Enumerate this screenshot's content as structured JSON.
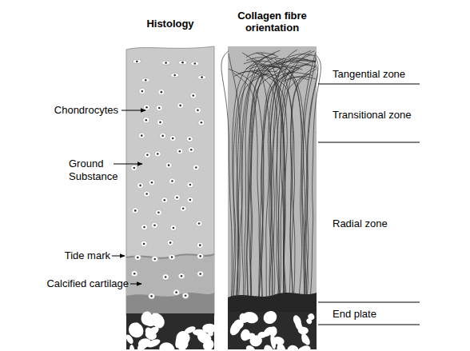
{
  "diagram": {
    "nodes": [
      {
        "text": [
          "Histology"
        ]
      },
      {
        "text": [
          "Collagen fibre orientation"
        ]
      }
    ],
    "labels": [
      "Chondrocytes",
      "Ground Substance",
      "Tide mark",
      "Calcified cartilage",
      "Tangential zone",
      "Transitional zone",
      "Radial zone",
      "End plate"
    ]
  }
}
